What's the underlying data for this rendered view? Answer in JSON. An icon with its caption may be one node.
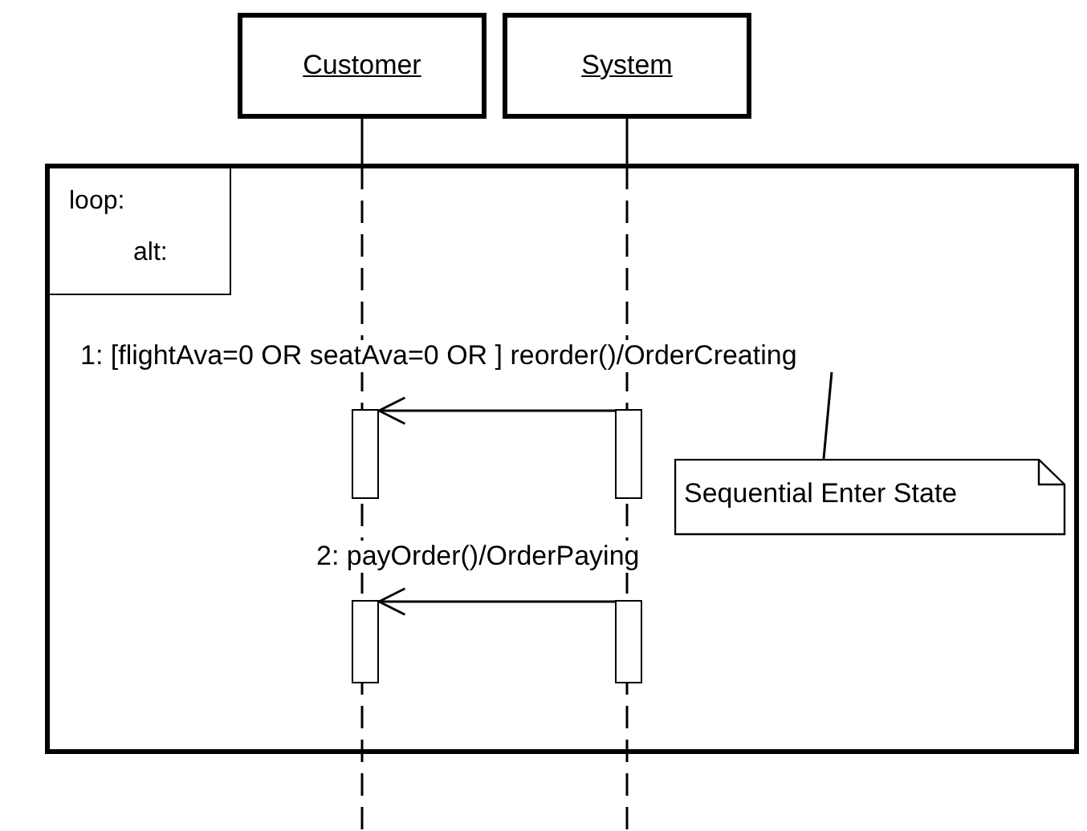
{
  "diagram": {
    "nodes": [
      {
        "text": [
          "Customer"
        ]
      },
      {
        "text": [
          "System"
        ]
      },
      {
        "text": [
          "loop:",
          "alt:"
        ]
      },
      {
        "text": [],
        "shape": "bar",
        "in": 2
      },
      {
        "text": [],
        "shape": "bar",
        "in": 2
      },
      {
        "text": [],
        "shape": "bar",
        "in": 2
      },
      {
        "text": [],
        "shape": "bar",
        "in": 2
      },
      {
        "text": [
          "Sequential Enter State"
        ],
        "in": 2
      }
    ],
    "edges": [
      {
        "from": 4,
        "to": 3,
        "arrow": "to",
        "label": "1: [flightAva=0 OR seatAva=0 OR ] reorder()/OrderCreating"
      },
      {
        "from": 6,
        "to": 5,
        "arrow": "to",
        "label": "2: payOrder()/OrderPaying"
      },
      {
        "from": 7,
        "to": null,
        "arrow": "none"
      }
    ]
  }
}
